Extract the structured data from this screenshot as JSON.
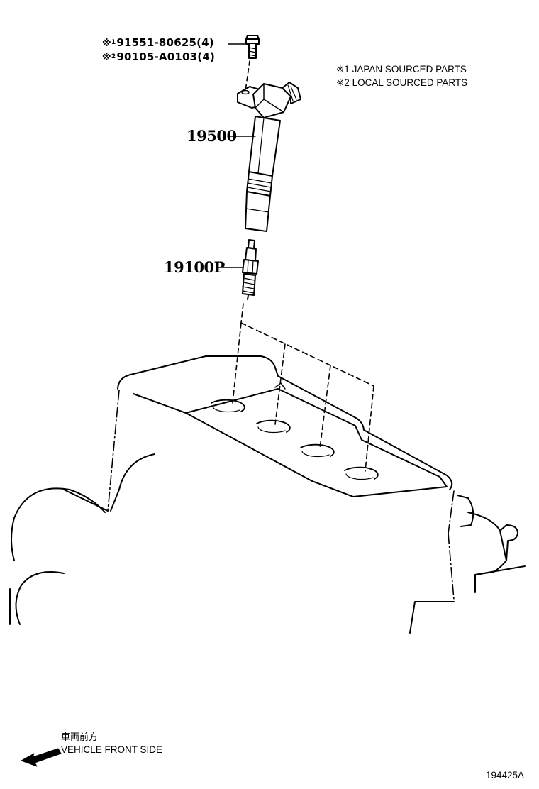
{
  "bolt_labels": [
    {
      "mark": "※",
      "index": "1",
      "part": "91551-80625(4)"
    },
    {
      "mark": "※",
      "index": "2",
      "part": "90105-A0103(4)"
    }
  ],
  "notes": [
    "※1 JAPAN SOURCED PARTS",
    "※2 LOCAL SOURCED PARTS"
  ],
  "callouts": {
    "ignition_coil": "19500",
    "spark_plug": "19100P"
  },
  "direction": {
    "jp": "車両前方",
    "en": "VEHICLE FRONT SIDE"
  },
  "figure_number": "194425A"
}
